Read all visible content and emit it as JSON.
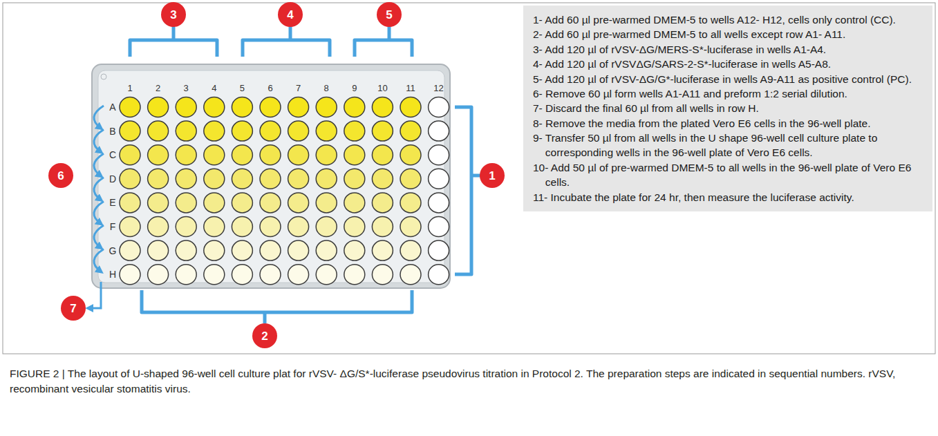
{
  "diagram": {
    "caption": "FIGURE 2 | The layout of U-shaped 96-well cell culture plat for rVSV- ΔG/S*-luciferase pseudovirus titration in Protocol 2. The preparation steps are indicated in sequential numbers. rVSV, recombinant vesicular stomatitis virus.",
    "nodes": [
      {
        "text": [
          "3"
        ]
      },
      {
        "text": [
          "4"
        ]
      },
      {
        "text": [
          "5"
        ]
      },
      {
        "text": [
          "6"
        ]
      },
      {
        "text": [
          "1"
        ]
      },
      {
        "text": [
          "7"
        ]
      },
      {
        "text": [
          "2"
        ]
      },
      {
        "text": [
          "1- Add 60 µl pre-warmed DMEM-5 to wells A12- H12, cells only control (CC).",
          "2- Add 60 µl pre-warmed DMEM-5 to all wells except row A1- A11.",
          "3- Add 120 µl of rVSV-ΔG/MERS-S*-luciferase in wells A1-A4.",
          "4- Add 120 µl of rVSVΔG/SARS-2-S*-luciferase in wells A5-A8.",
          "5- Add 120 µl of rVSV-ΔG/G*-luciferase in wells A9-A11 as positive control (PC).",
          "6- Remove 60 µl form wells A1-A11 and preform 1:2 serial dilution.",
          "7- Discard the final 60 µl from all wells in row H.",
          "8- Remove the media from the plated Vero E6 cells in the 96-well plate.",
          "9- Transfer 50 µl from all wells in the U shape 96-well cell culture plate to corresponding wells in the 96-well plate of Vero E6 cells.",
          "10- Add 50 µl of pre-warmed DMEM-5 to all wells in the 96-well plate of Vero E6 cells.",
          "11- Incubate the plate for 24 hr, then measure the luciferase activity."
        ]
      }
    ],
    "labels": [
      "1",
      "2",
      "3",
      "4",
      "5",
      "6",
      "7",
      "8",
      "9",
      "10",
      "11",
      "12",
      "A",
      "B",
      "C",
      "D",
      "E",
      "F",
      "G",
      "H"
    ]
  }
}
